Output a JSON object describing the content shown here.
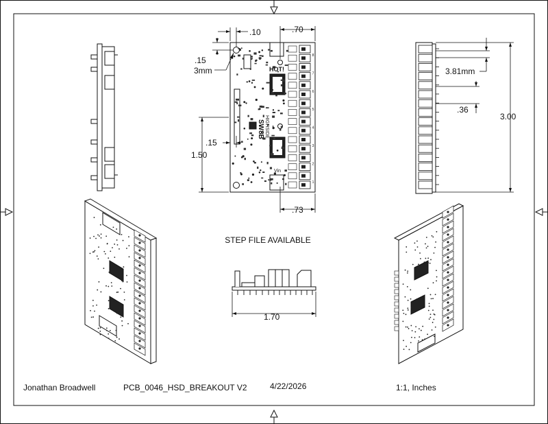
{
  "title_block": {
    "author": "Jonathan Broadwell",
    "part_name": "PCB_0046_HSD_BREAKOUT V2",
    "date": "4/22/2026",
    "scale_units": "1:1, Inches"
  },
  "notes": {
    "step_file": "STEP FILE AVAILABLE"
  },
  "dimensions": {
    "top_offset": ".10",
    "top_width": ".70",
    "hole_offset": ".15",
    "hole_size": "3mm",
    "left_offset": ".15",
    "left_height": "1.50",
    "bottom_width": ".73",
    "pitch": "3.81mm",
    "connector_spacing": ".36",
    "overall_height": "3.00",
    "overall_width": "1.70"
  },
  "board_text": {
    "hot_label": "HOT!",
    "model": "SW8B",
    "subtitle": "HIGHSIDE",
    "vin_label": "Vin",
    "channel_numbers": [
      "8",
      "7",
      "6",
      "5",
      "4",
      "3",
      "2",
      "1"
    ]
  },
  "colors": {
    "line": "#111111",
    "background": "#ffffff"
  }
}
